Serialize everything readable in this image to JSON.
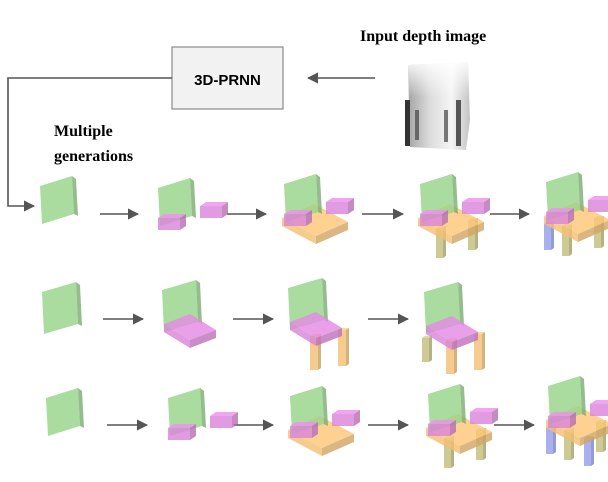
{
  "labels": {
    "input": "Input depth image",
    "model": "3D-PRNN",
    "multiple_line1": "Multiple",
    "multiple_line2": "generations"
  },
  "colors": {
    "back": "#8fd07f",
    "arm": "#d77ad6",
    "seat": "#f1b968",
    "leg": "#bdb870",
    "leg_blue": "#8c96e8",
    "arrow": "#555555",
    "box_fill": "#f2f2f2",
    "box_stroke": "#8c8c8c"
  }
}
